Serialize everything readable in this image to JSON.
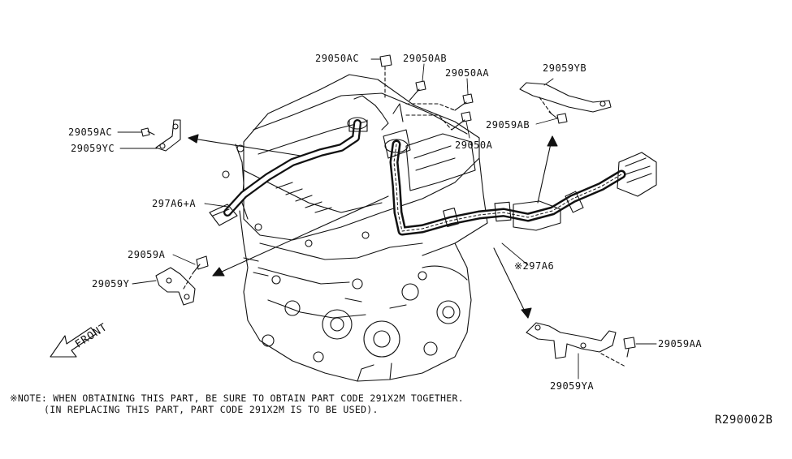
{
  "labels": {
    "l29050ac": "29050AC",
    "l29050ab": "29050AB",
    "l29050aa": "29050AA",
    "l29050a": "29050A",
    "l29059ac": "29059AC",
    "l29059yc": "29059YC",
    "l297a6a": "297A6+A",
    "l29059a": "29059A",
    "l29059y": "29059Y",
    "l29059yb": "29059YB",
    "l29059ab": "29059AB",
    "l297a6": "※297A6",
    "l29059aa": "29059AA",
    "l29059ya": "29059YA"
  },
  "front_label": "FRONT",
  "note": {
    "line1": "※NOTE: WHEN OBTAINING THIS PART, BE SURE TO OBTAIN PART CODE 291X2M TOGETHER.",
    "line2": "(IN REPLACING THIS PART, PART CODE 291X2M IS TO BE USED)."
  },
  "reference_code": "R290002B"
}
